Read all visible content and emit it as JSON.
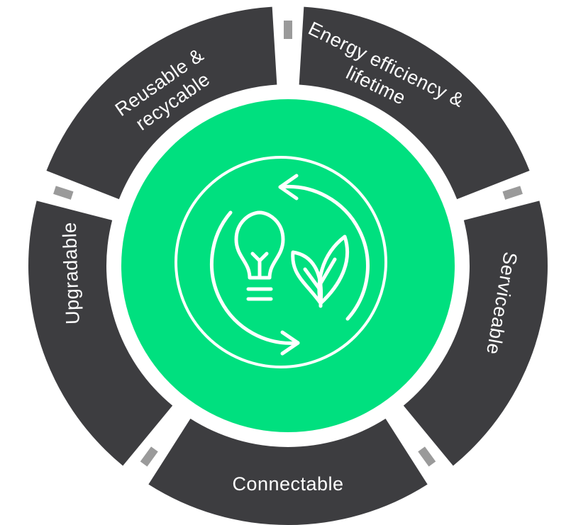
{
  "colors": {
    "segment": "#3d3d40",
    "connector": "#9a9a9a",
    "center": "#00e07f",
    "line": "#ffffff",
    "text": "#ffffff",
    "background": "#ffffff"
  },
  "center": {
    "icons": [
      "lightbulb-icon",
      "leaf-icon",
      "cycle-arrows-icon"
    ]
  },
  "segments": [
    {
      "id": "energy",
      "lines": [
        "Energy efficiency &",
        "lifetime"
      ]
    },
    {
      "id": "serviceable",
      "lines": [
        "Serviceable"
      ]
    },
    {
      "id": "connectable",
      "lines": [
        "Connectable"
      ]
    },
    {
      "id": "upgradable",
      "lines": [
        "Upgradable"
      ]
    },
    {
      "id": "reusable",
      "lines": [
        "Reusable &",
        "recycable"
      ]
    }
  ]
}
